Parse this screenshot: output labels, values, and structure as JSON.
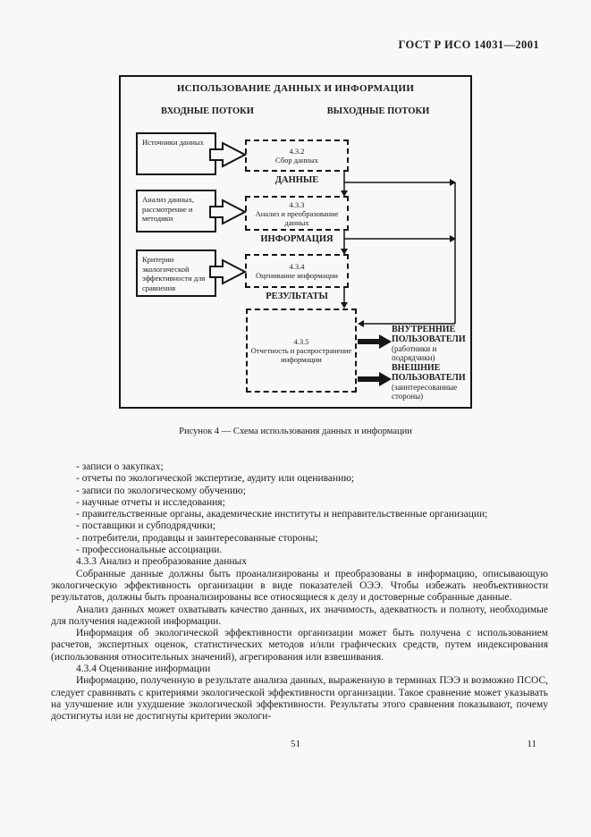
{
  "header": {
    "standard": "ГОСТ Р ИСО 14031—2001"
  },
  "figure": {
    "title": "ИСПОЛЬЗОВАНИЕ ДАННЫХ И ИНФОРМАЦИИ",
    "input_column": "ВХОДНЫЕ ПОТОКИ",
    "output_column": "ВЫХОДНЫЕ ПОТОКИ",
    "input_boxes": [
      "Источники данных",
      "Анализ данных, рассмотрение и методики",
      "Критерии экологической эффективности для сравнения"
    ],
    "process_boxes": [
      {
        "num": "4.3.2",
        "label": "Сбор данных"
      },
      {
        "num": "4.3.3",
        "label": "Анализ и преобразование данных"
      },
      {
        "num": "4.3.4",
        "label": "Оценивание информации"
      },
      {
        "num": "4.3.5",
        "label": "Отчетность и распространение информации"
      }
    ],
    "stage_labels": [
      "ДАННЫЕ",
      "ИНФОРМАЦИЯ",
      "РЕЗУЛЬТАТЫ"
    ],
    "users": [
      {
        "title": "ВНУТРЕННИЕ ПОЛЬЗОВАТЕЛИ",
        "subtitle": "(работники и подрядчики)"
      },
      {
        "title": "ВНЕШНИЕ ПОЛЬЗОВАТЕЛИ",
        "subtitle": "(заинтересованные стороны)"
      }
    ],
    "caption": "Рисунок 4 — Схема использования данных и информации"
  },
  "body": {
    "bullets": [
      "-  записи о закупках;",
      "-  отчеты по экологической экспертизе, аудиту или оцениванию;",
      "-  записи по экологическому обучению;",
      "-  научные отчеты и исследования;",
      "-  правительственные органы, академические институты и неправительственные организации;",
      "-  поставщики и субподрядчики;",
      "-  потребители, продавцы и заинтересованные стороны;",
      "-  профессиональные ассоциации."
    ],
    "heading_433": "4.3.3  Анализ и преобразование данных",
    "para_1": "Собранные данные должны быть проанализированы и преобразованы в информацию, описывающую экологическую эффективность организации в виде показателей ОЭЭ. Чтобы избежать необъективности результатов, должны быть проанализированы все относящиеся к делу и достоверные собранные данные.",
    "para_2": "Анализ данных может охватывать качество данных, их значимость, адекватность и полноту, необходимые для получения надежной информации.",
    "para_3": "Информация об экологической эффективности организации может быть получена с использованием расчетов, экспертных оценок, статистических методов и/или графических средств, путем индексирования (использования относительных значений), агрегирования или взвешивания.",
    "heading_434": "4.3.4  Оценивание информации",
    "para_4": "Информацию, полученную в результате анализа данных, выраженную в терминах ПЭЭ и возможно ПСОС, следует сравнивать с критериями экологической эффективности организации. Такое сравнение может указывать на улучшение или ухудшение экологической эффективности. Результаты этого сравнения показывают, почему достигнуты или не достигнуты критерии экологи-"
  },
  "footer": {
    "page_number": "51",
    "sheet_number": "11"
  },
  "colors": {
    "ink": "#1b1b1b",
    "paper": "#f8f8f8"
  }
}
